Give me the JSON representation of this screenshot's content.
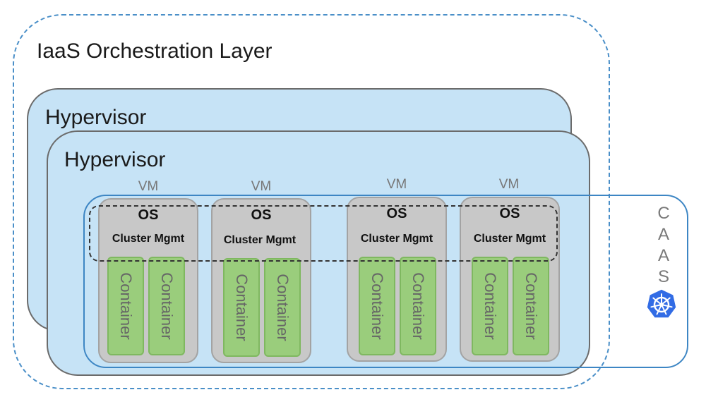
{
  "iaas": {
    "title": "IaaS Orchestration Layer"
  },
  "hypervisors": [
    {
      "title": "Hypervisor"
    },
    {
      "title": "Hypervisor"
    }
  ],
  "caas": {
    "letters": [
      "C",
      "A",
      "A",
      "S"
    ],
    "icon": "kubernetes-helm-icon"
  },
  "vms": [
    {
      "label": "VM",
      "os": "OS",
      "cluster": "Cluster Mgmt",
      "containers": [
        "Container",
        "Container"
      ]
    },
    {
      "label": "VM",
      "os": "OS",
      "cluster": "Cluster Mgmt",
      "containers": [
        "Container",
        "Container"
      ]
    },
    {
      "label": "VM",
      "os": "OS",
      "cluster": "Cluster Mgmt",
      "containers": [
        "Container",
        "Container"
      ]
    },
    {
      "label": "VM",
      "os": "OS",
      "cluster": "Cluster Mgmt",
      "containers": [
        "Container",
        "Container"
      ]
    }
  ],
  "colors": {
    "hypervisor_fill": "#c6e3f6",
    "vm_fill": "#c8c8c8",
    "container_fill": "#9acd7c",
    "caas_border": "#3d86c4",
    "k8s_blue": "#326ce5"
  }
}
